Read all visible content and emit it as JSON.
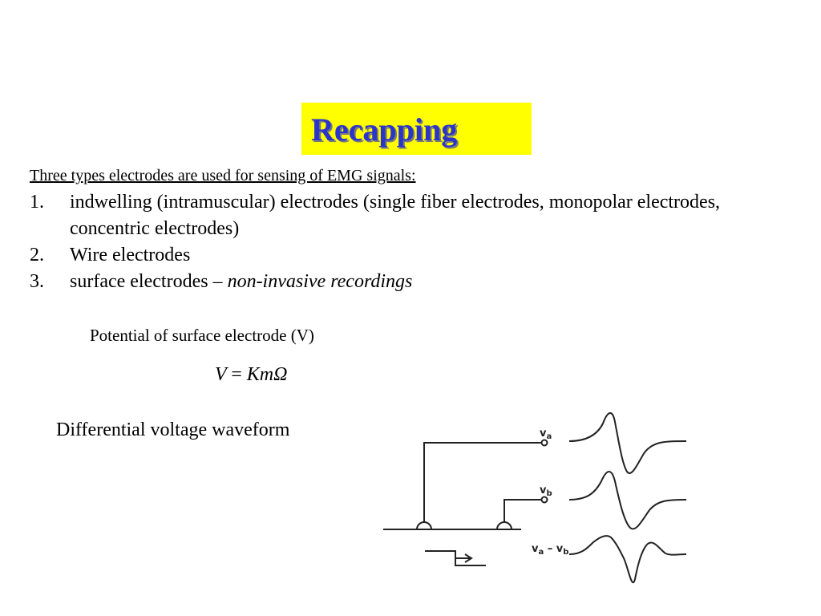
{
  "title": "Recapping",
  "intro": "Three types electrodes are used for sensing of EMG signals:",
  "list": [
    {
      "num": "1.",
      "text": "indwelling (intramuscular) electrodes (single fiber electrodes, monopolar electrodes, concentric electrodes)"
    },
    {
      "num": "2.",
      "text": "Wire electrodes"
    },
    {
      "num": "3.",
      "text": "surface electrodes – ",
      "italic": "non-invasive recordings"
    }
  ],
  "potential_label": "Potential of surface electrode (V)",
  "formula": {
    "lhs": "V",
    "eq": "=",
    "rhs": "KmΩ"
  },
  "diff_label": "Differential voltage waveform",
  "diagram": {
    "labels": {
      "va": "va",
      "vb": "vb",
      "vdiff": "va – vb"
    }
  }
}
